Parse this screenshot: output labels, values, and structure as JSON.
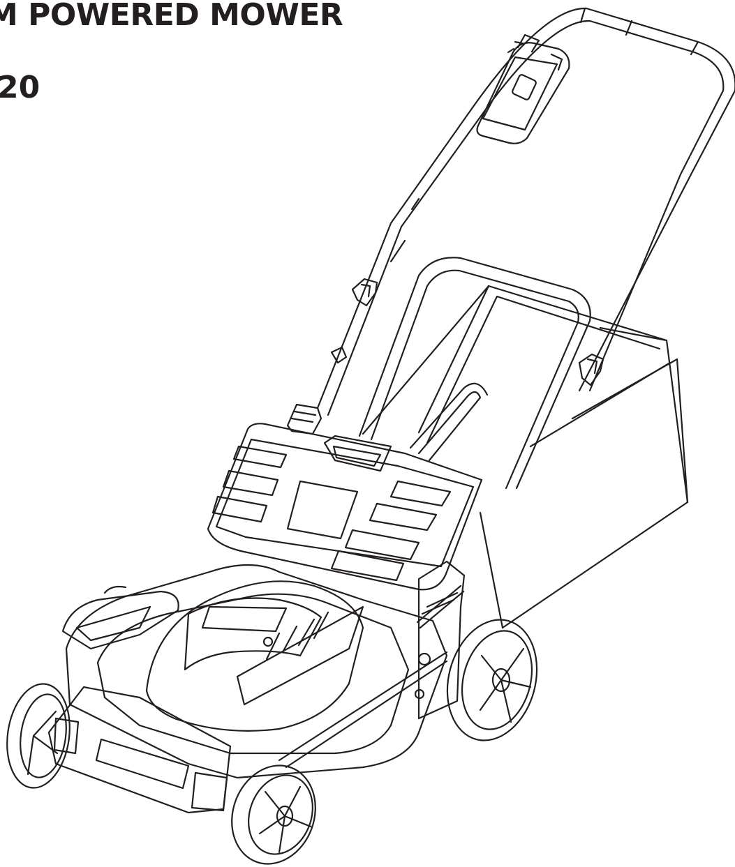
{
  "header": {
    "title": "M POWERED MOWER",
    "model": "20"
  },
  "illustration": {
    "subject": "mower-line-drawing",
    "colors": {
      "ink": "#231f20",
      "paper": "#ffffff"
    }
  }
}
